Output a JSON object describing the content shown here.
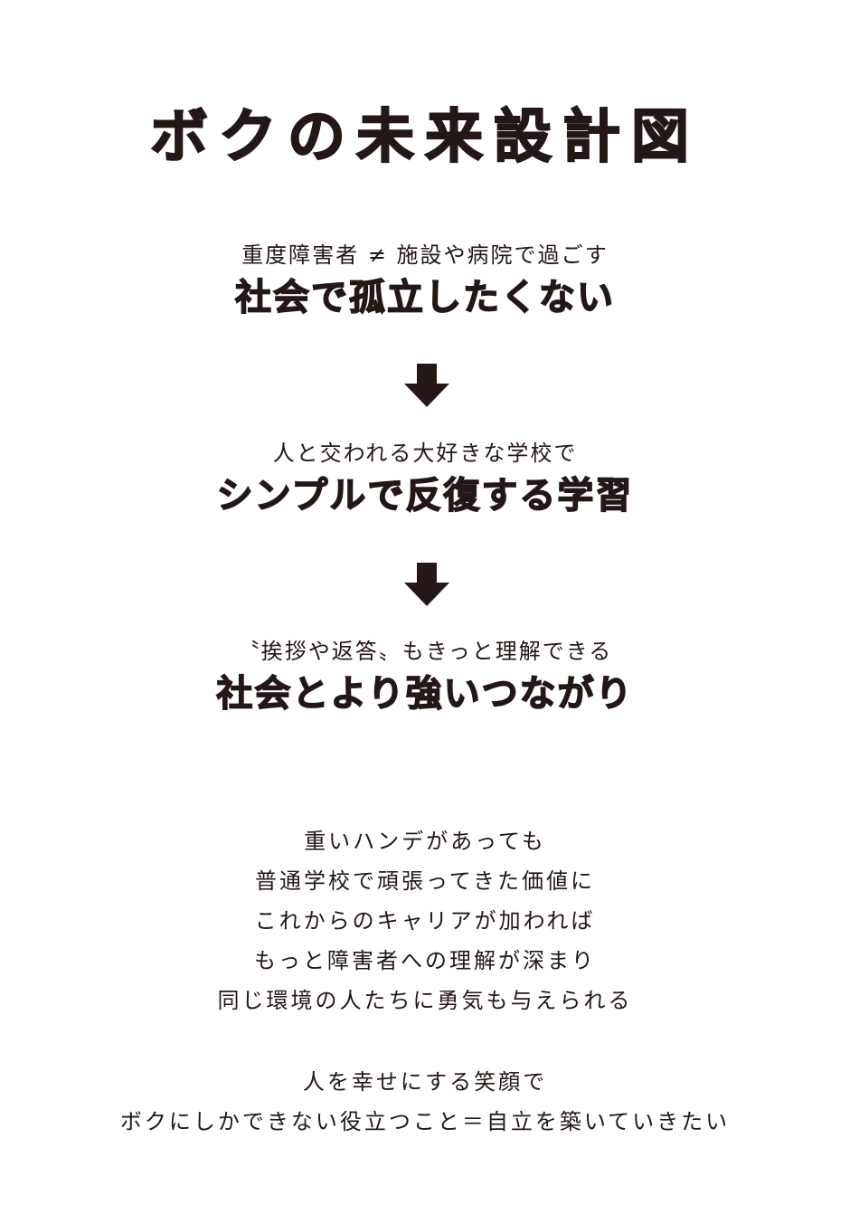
{
  "document": {
    "title": "ボクの未来設計図",
    "text_color": "#231815",
    "background_color": "#ffffff",
    "steps": [
      {
        "subtitle": "重度障害者 ≠ 施設や病院で過ごす",
        "heading": "社会で孤立したくない"
      },
      {
        "subtitle": "人と交われる大好きな学校で",
        "heading": "シンプルで反復する学習"
      },
      {
        "subtitle": "〝挨拶や返答〟もきっと理解できる",
        "heading": "社会とより強いつながり"
      }
    ],
    "arrows": [
      {
        "icon": "arrow-down-icon"
      },
      {
        "icon": "arrow-down-icon"
      }
    ],
    "paragraph_1": [
      "重いハンデがあっても",
      "普通学校で頑張ってきた価値に",
      "これからのキャリアが加われば",
      "もっと障害者への理解が深まり",
      "同じ環境の人たちに勇気も与えられる"
    ],
    "paragraph_2": [
      "人を幸せにする笑顔で",
      "ボクにしかできない役立つこと＝自立を築いていきたい"
    ]
  }
}
